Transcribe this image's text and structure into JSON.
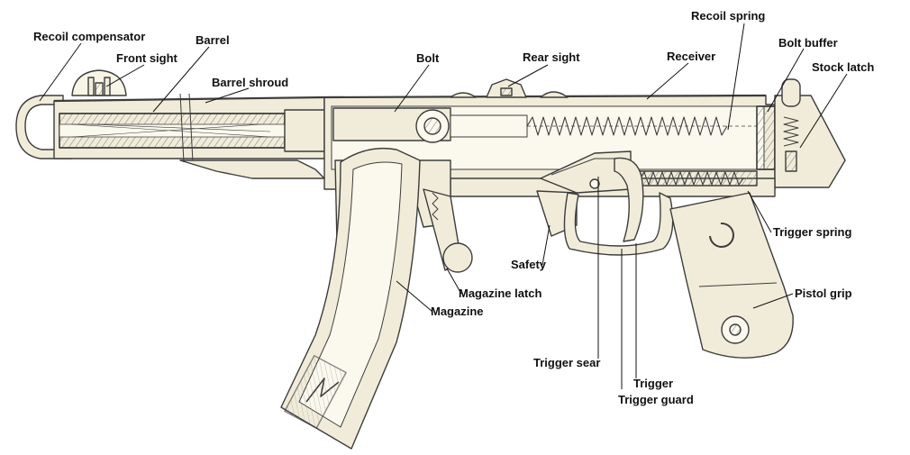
{
  "colors": {
    "body_fill": "#f1ecd9",
    "line": "#3c3c3c",
    "hatch": "#8a8a8a",
    "inner": "#fbf8ee",
    "label": "#111111",
    "background": "#ffffff"
  },
  "labels": {
    "recoil_compensator": "Recoil compensator",
    "barrel": "Barrel",
    "front_sight": "Front sight",
    "barrel_shroud": "Barrel shroud",
    "bolt": "Bolt",
    "rear_sight": "Rear sight",
    "receiver": "Receiver",
    "recoil_spring": "Recoil spring",
    "bolt_buffer": "Bolt buffer",
    "stock_latch": "Stock latch",
    "trigger_spring": "Trigger spring",
    "pistol_grip": "Pistol grip",
    "safety": "Safety",
    "magazine_latch": "Magazine latch",
    "magazine": "Magazine",
    "trigger_sear": "Trigger sear",
    "trigger": "Trigger",
    "trigger_guard": "Trigger guard"
  }
}
